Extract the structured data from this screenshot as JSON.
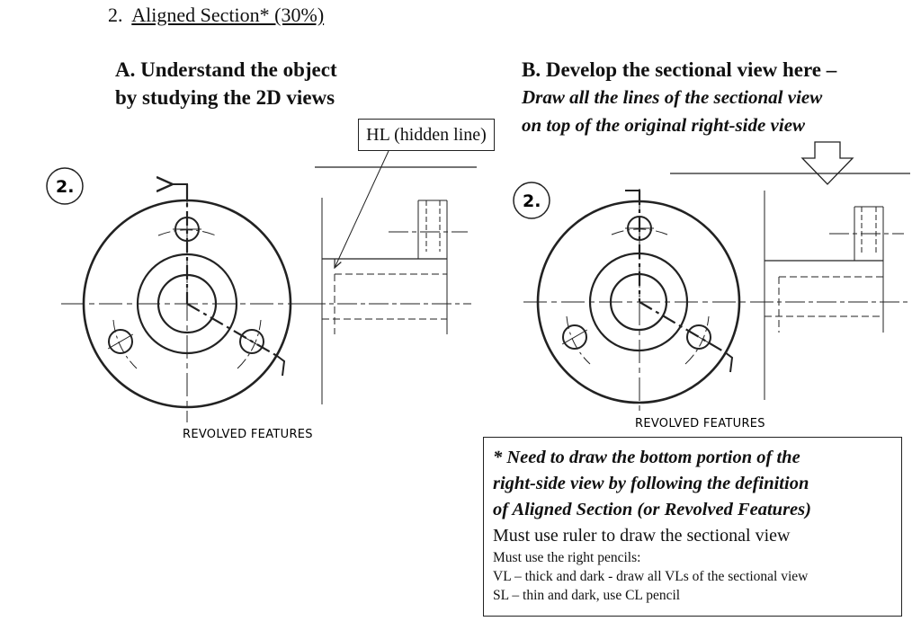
{
  "title": {
    "number": "2.",
    "label": "Aligned Section* (30%)"
  },
  "part_a": {
    "line1": "A.  Understand the object",
    "line2": "by studying the 2D views"
  },
  "part_b": {
    "heading": "B. Develop the sectional view here –",
    "instr1": "Draw all the lines of the sectional view",
    "instr2": "on top of the original right-side view"
  },
  "callout": {
    "text": "HL (hidden line)"
  },
  "left_view": {
    "badge": "2.",
    "caption": "REVOLVED FEATURES"
  },
  "right_view": {
    "badge": "2.",
    "caption": "REVOLVED FEATURES"
  },
  "note": {
    "bold1": "* Need to draw the bottom portion of the",
    "bold2": "right-side view by following the definition",
    "bold3": "of Aligned Section (or Revolved Features)",
    "ruler": "Must use ruler to draw the sectional view",
    "pencils": "Must use the right pencils:",
    "vl": "VL – thick and dark  - draw all VLs of the sectional view",
    "sl": "SL – thin and dark, use CL pencil"
  }
}
